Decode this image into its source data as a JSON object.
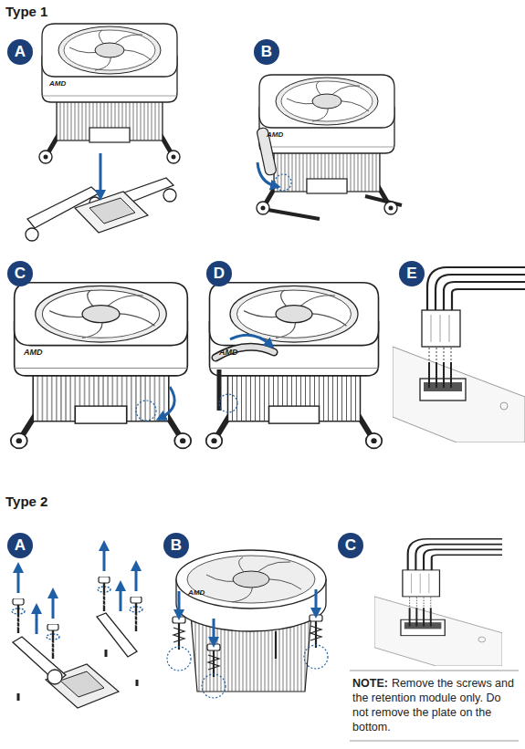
{
  "diagram": {
    "nodes": [
      {
        "text": [
          "A"
        ]
      },
      {
        "text": [
          "B"
        ]
      },
      {
        "text": [
          "C"
        ]
      },
      {
        "text": [
          "D"
        ]
      },
      {
        "text": [
          "E"
        ]
      },
      {
        "text": [
          "A"
        ]
      },
      {
        "text": [
          "B"
        ]
      },
      {
        "text": [
          "C"
        ]
      }
    ],
    "labels": [
      "Type 1",
      "AMD",
      "AMD",
      "AMD",
      "AMD",
      "Type 2",
      "AMD",
      "NOTE:",
      "Remove the screws and the retention module only. Do not remove the plate on the bottom."
    ]
  }
}
